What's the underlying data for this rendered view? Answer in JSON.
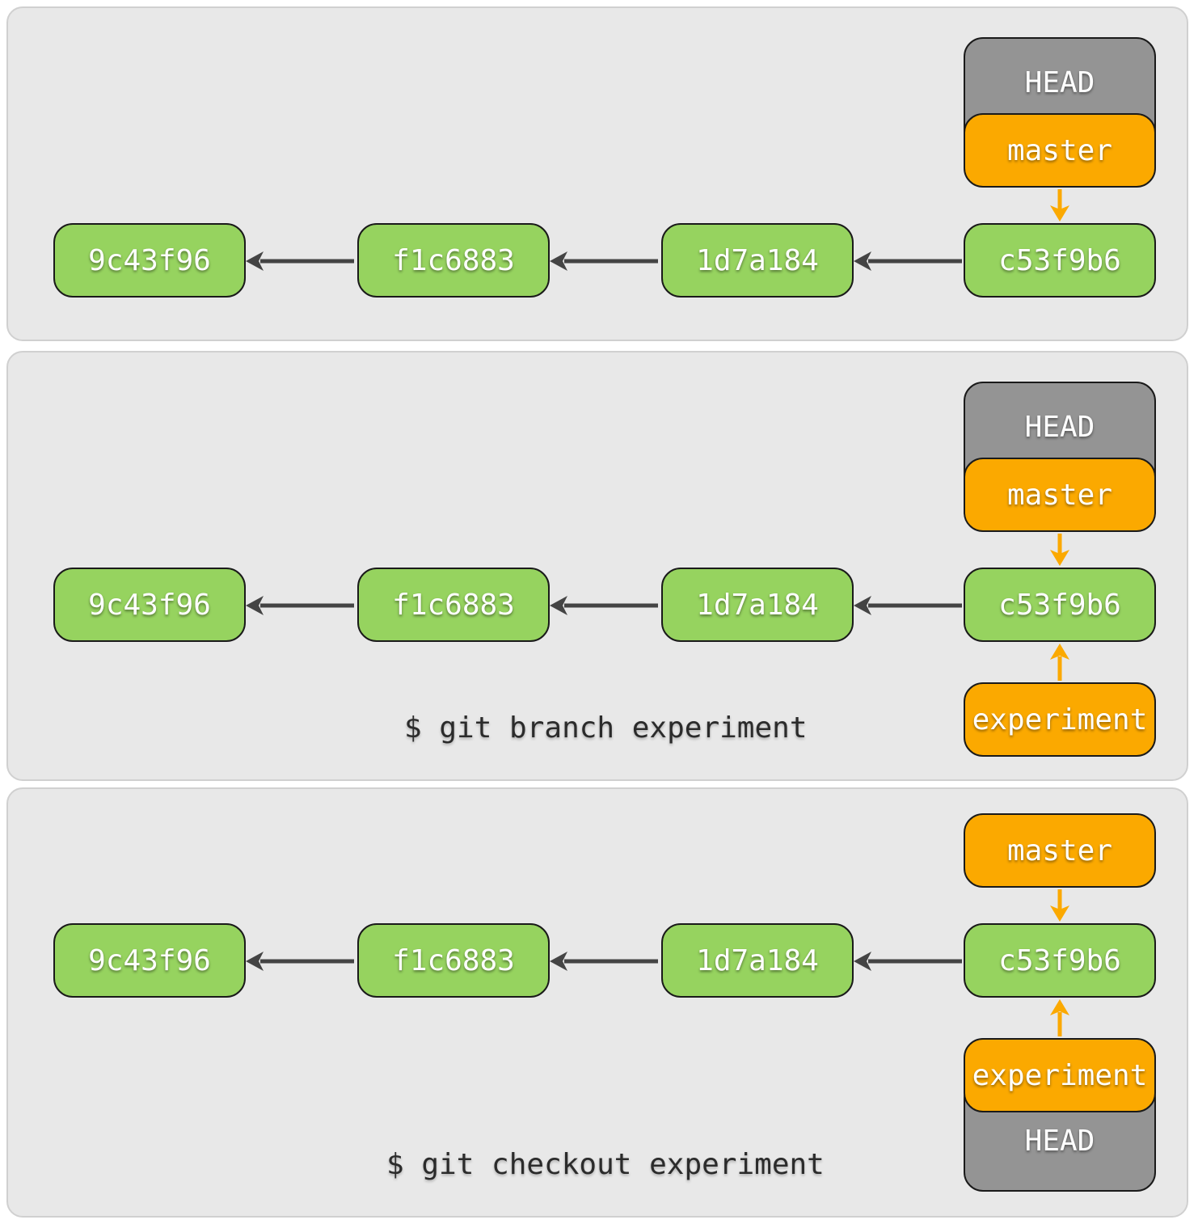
{
  "commits": [
    "9c43f96",
    "f1c6883",
    "1d7a184",
    "c53f9b6"
  ],
  "colors": {
    "commit": "#96d35f",
    "branch": "#fba900",
    "head": "#949494",
    "panel": "#e8e8e8",
    "commit_arrow": "#444444",
    "pointer_arrow": "#fba900"
  },
  "panels": [
    {
      "head_label": "HEAD",
      "master_label": "master",
      "command": ""
    },
    {
      "head_label": "HEAD",
      "master_label": "master",
      "experiment_label": "experiment",
      "command": "$ git branch experiment"
    },
    {
      "head_label": "HEAD",
      "master_label": "master",
      "experiment_label": "experiment",
      "command": "$ git checkout experiment"
    }
  ]
}
